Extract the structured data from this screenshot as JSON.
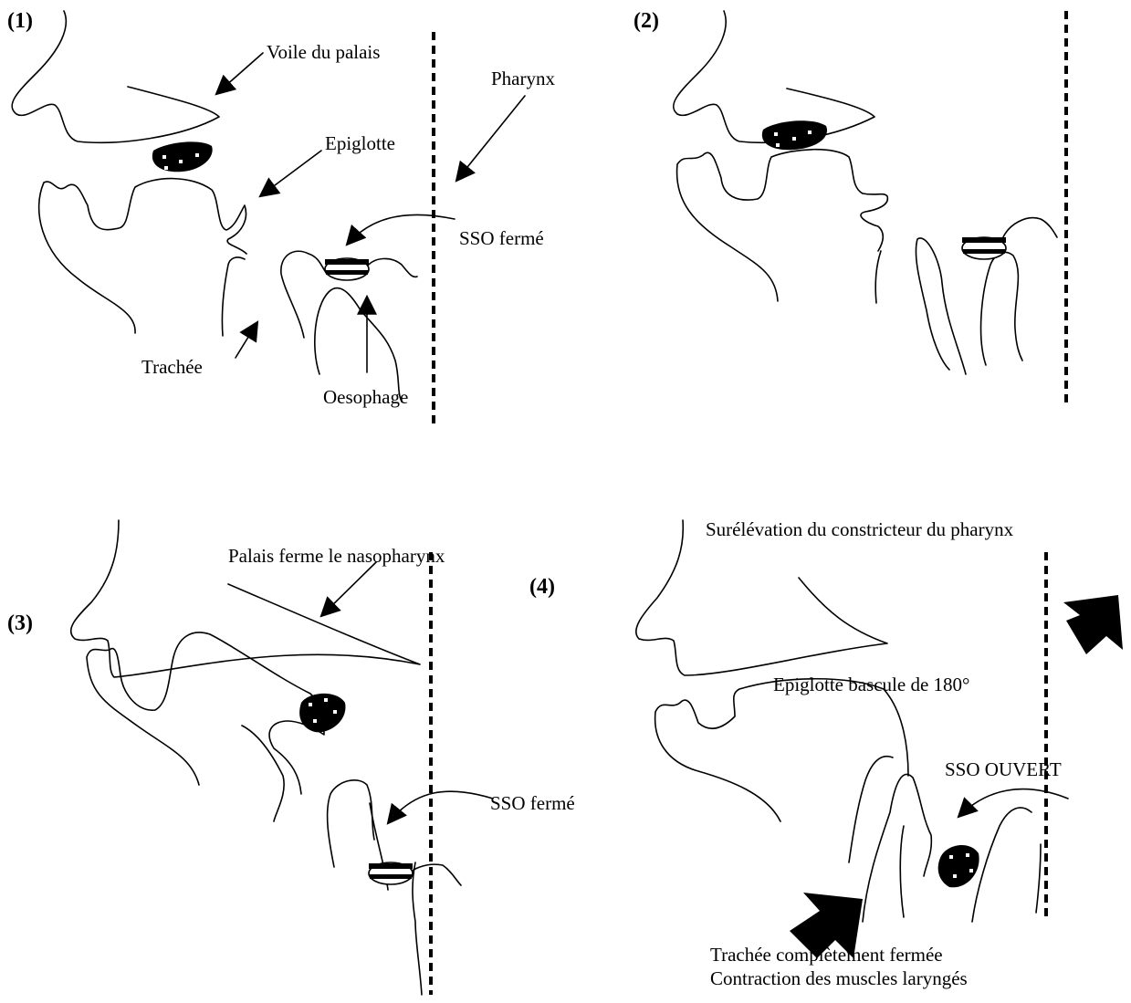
{
  "panels": {
    "p1": {
      "number": "(1)",
      "labels": {
        "voile": "Voile du palais",
        "pharynx": "Pharynx",
        "epiglotte": "Epiglotte",
        "sso": "SSO fermé",
        "trachee": "Trachée",
        "oesophage": "Oesophage"
      }
    },
    "p2": {
      "number": "(2)"
    },
    "p3": {
      "number": "(3)",
      "labels": {
        "palais": "Palais ferme le nasopharynx",
        "sso": "SSO fermé"
      }
    },
    "p4": {
      "number": "(4)",
      "labels": {
        "surelevation": "Surélévation du constricteur du pharynx",
        "epiglotte": "Epiglotte bascule de 180°",
        "sso": "SSO OUVERT",
        "trachee": "Trachée complètement fermée",
        "contraction": "Contraction des muscles laryngés"
      }
    }
  },
  "colors": {
    "ink": "#000000",
    "background": "#ffffff"
  }
}
